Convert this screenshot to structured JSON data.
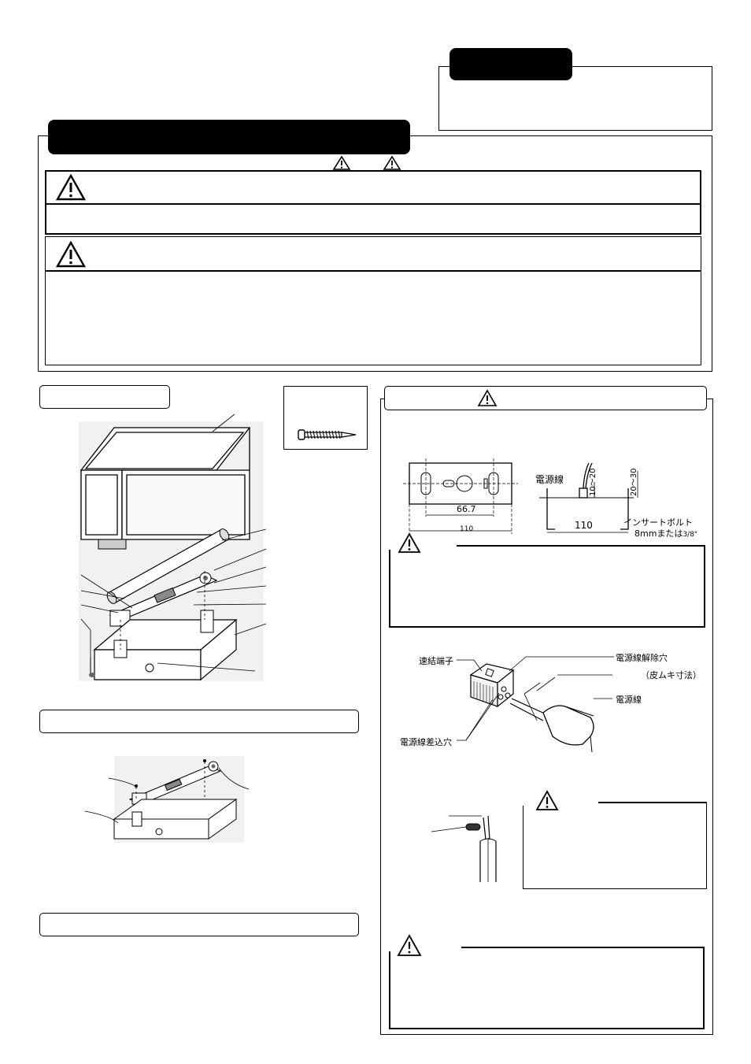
{
  "mounting_diagram": {
    "left_label": "電源線",
    "dim_10_20": "10～20",
    "dim_20_30": "20～30",
    "dim_66_7": "66.7",
    "dim_110_a": "110",
    "dim_110_b": "110",
    "insert_bolt_line1": "インサートボルト",
    "insert_bolt_line2": "8mmまたは",
    "insert_bolt_frac": "3/8\""
  },
  "connector_diagram": {
    "quick_terminal": "速結端子",
    "release_hole": "電源線解除穴",
    "strip_length": "（皮ムキ寸法）",
    "power_wire": "電源線",
    "insert_hole": "電源線差込穴"
  },
  "icons": {
    "warning": "warning-triangle-icon",
    "screw": "screw-icon"
  }
}
